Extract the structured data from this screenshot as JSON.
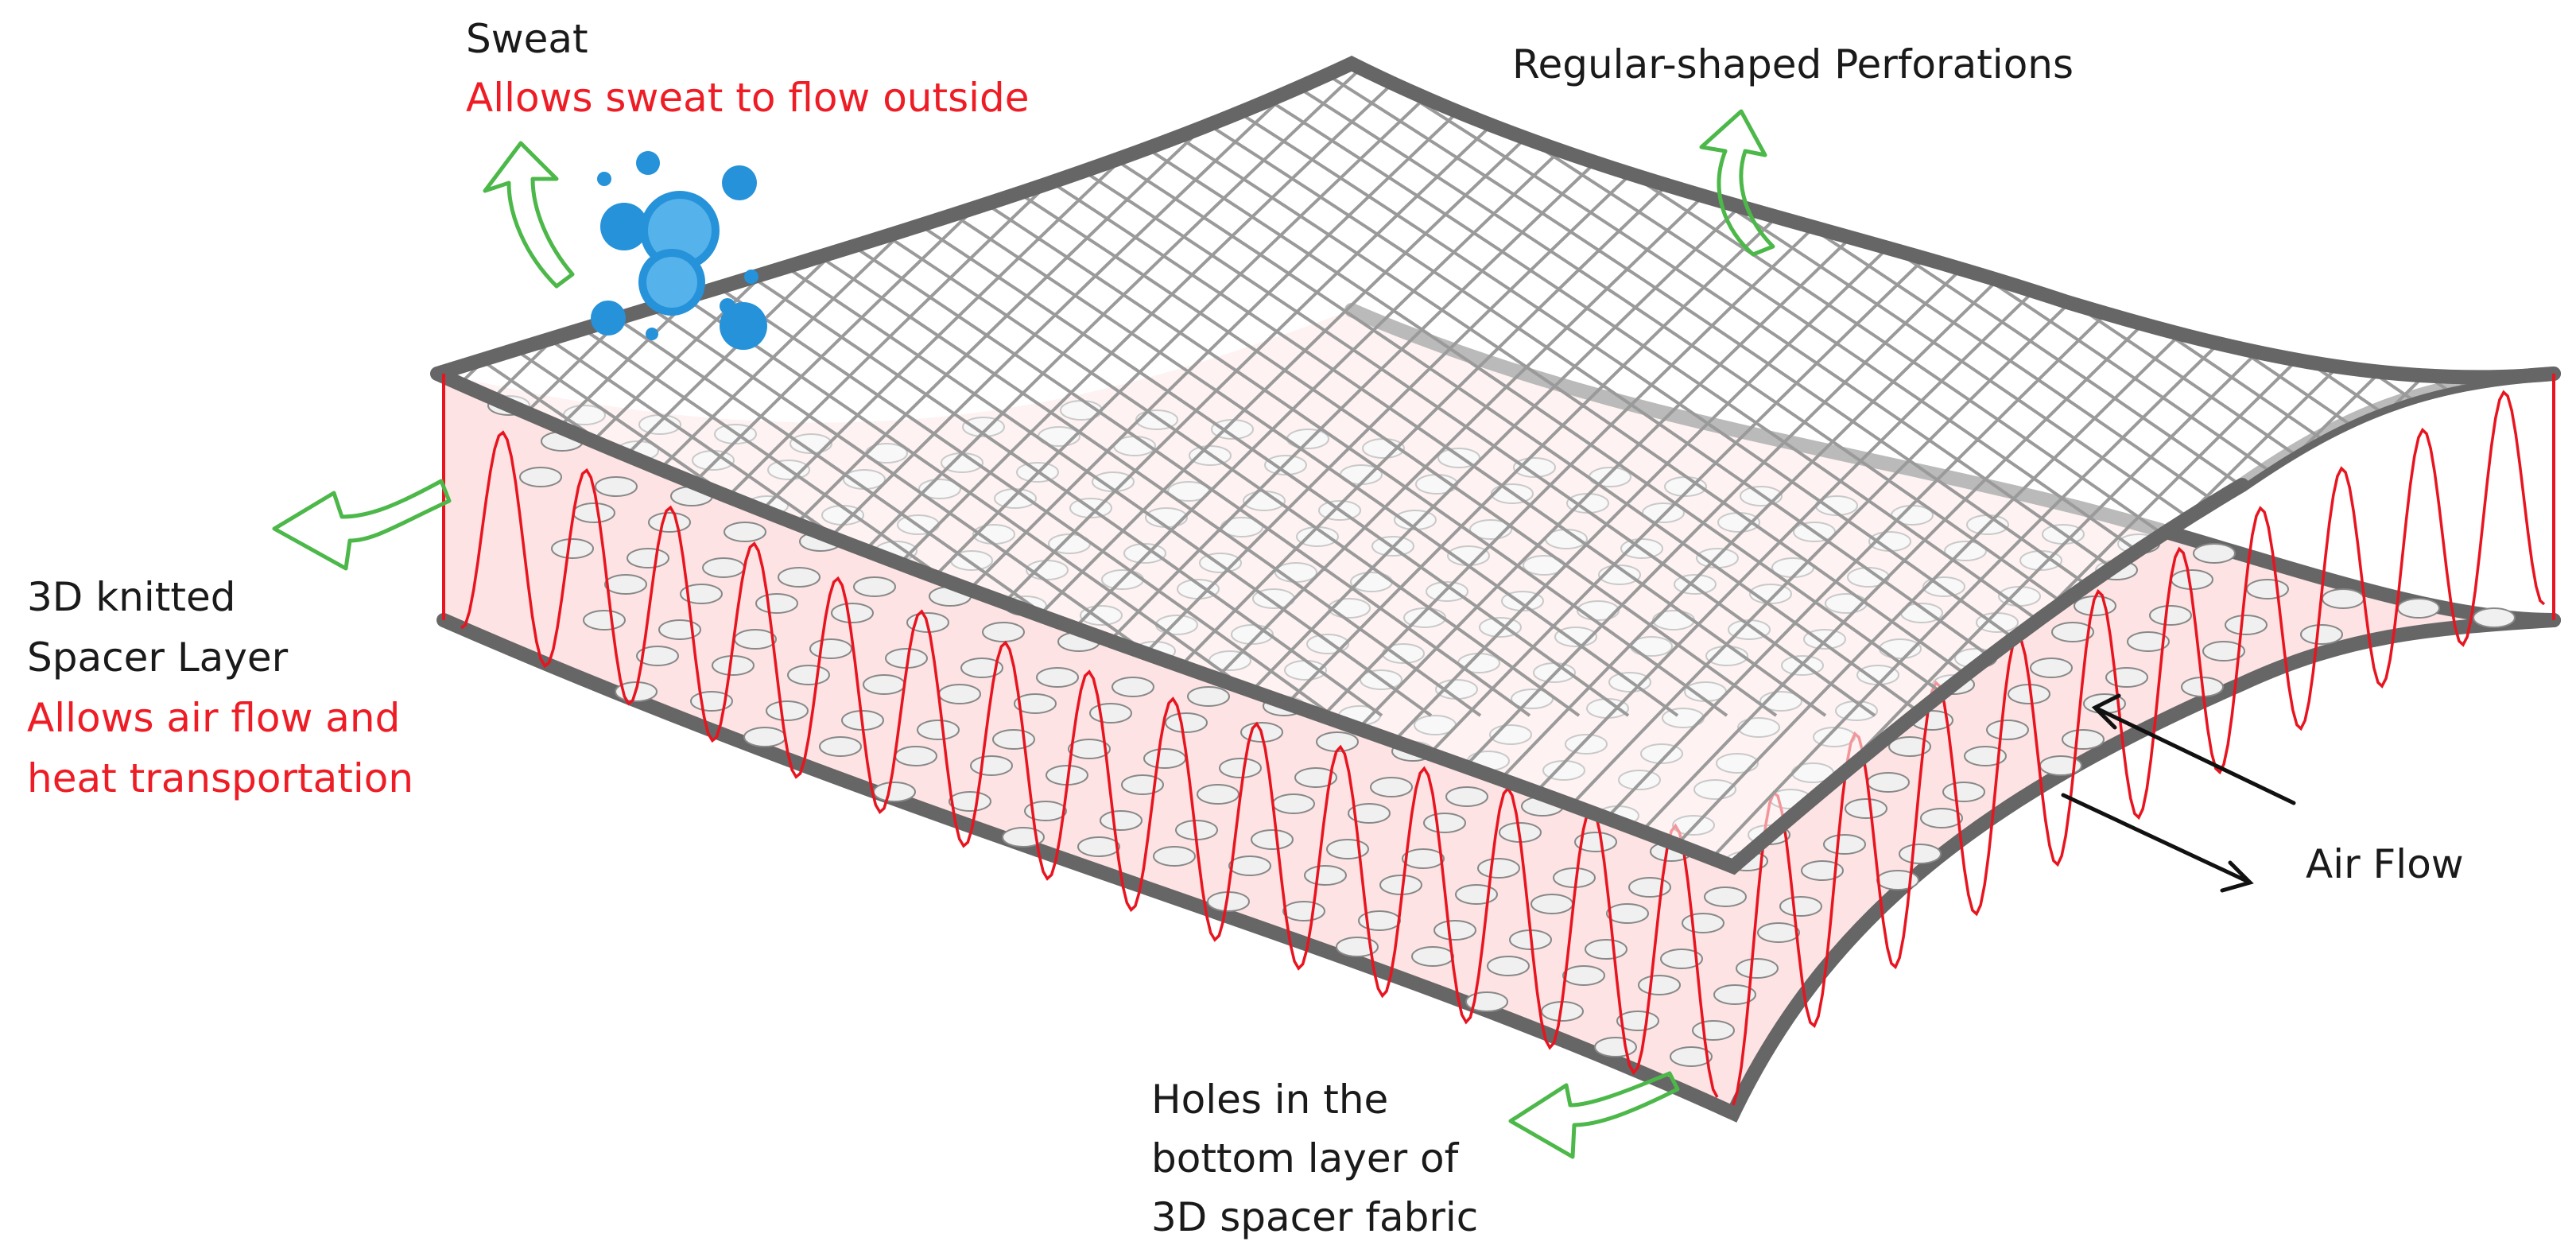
{
  "labels": {
    "sweat": {
      "title": "Sweat",
      "description": "Allows sweat to flow outside"
    },
    "perforations": {
      "title": "Regular-shaped Perforations"
    },
    "spacer": {
      "title_line1": "3D knitted",
      "title_line2": "Spacer Layer",
      "desc_line1": "Allows air flow and",
      "desc_line2": "heat transportation"
    },
    "air_flow": {
      "title": "Air Flow"
    },
    "holes": {
      "line1": "Holes in the",
      "line2": "bottom layer of",
      "line3": "3D spacer fabric"
    }
  },
  "colors": {
    "frame": "#666666",
    "grid": "#9a9a9a",
    "fabric": "#fde3e3",
    "spacer_yarn": "#e8141f",
    "arrow": "#4cb849",
    "sweat_drop": "#2592d9",
    "label_red": "#ee1c25",
    "label_dark": "#1a1a1a",
    "hole_fill": "#f0f0f0"
  },
  "icons": [
    "water-drops-icon",
    "curved-arrow-icon",
    "straight-arrow-icon"
  ]
}
